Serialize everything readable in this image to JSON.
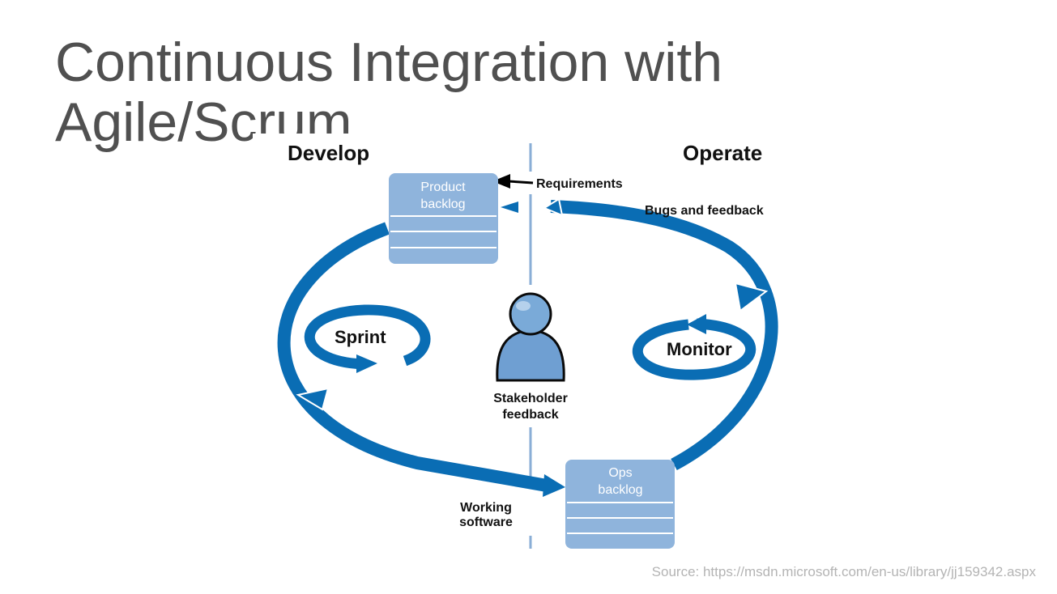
{
  "slide": {
    "title_line1": "Continuous Integration with",
    "title_line2": "Agile/Scrum",
    "source": "Source: https://msdn.microsoft.com/en-us/library/jj159342.aspx"
  },
  "diagram": {
    "develop_label": "Develop",
    "operate_label": "Operate",
    "requirements_label": "Requirements",
    "bugs_feedback_label": "Bugs and feedback",
    "product_backlog_line1": "Product",
    "product_backlog_line2": "backlog",
    "ops_backlog_line1": "Ops",
    "ops_backlog_line2": "backlog",
    "sprint_label": "Sprint",
    "monitor_label": "Monitor",
    "stakeholder_line1": "Stakeholder",
    "stakeholder_line2": "feedback",
    "working_line1": "Working",
    "working_line2": "software"
  },
  "colors": {
    "title": "#505050",
    "arrow_blue": "#0a6db4",
    "backlog_blue": "#8fb4dc",
    "divider": "#8aaed6",
    "source_text": "#b4b4b4"
  }
}
